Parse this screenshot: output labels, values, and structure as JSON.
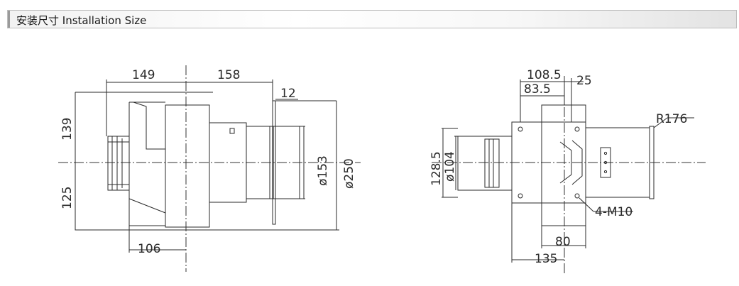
{
  "header": {
    "title": "安装尺寸 Installation Size"
  },
  "side_view": {
    "dims": {
      "d149": "149",
      "d158": "158",
      "d12": "12",
      "d139": "139",
      "d125": "125",
      "d106": "106",
      "dia153": "ø153",
      "dia250": "ø250"
    }
  },
  "front_view": {
    "dims": {
      "d108_5": "108.5",
      "d25": "25",
      "d83_5": "83.5",
      "r176": "R176",
      "d128_5": "128.5",
      "dia104": "ø104",
      "holes": "4-M10",
      "d80": "80",
      "d135": "135"
    }
  }
}
